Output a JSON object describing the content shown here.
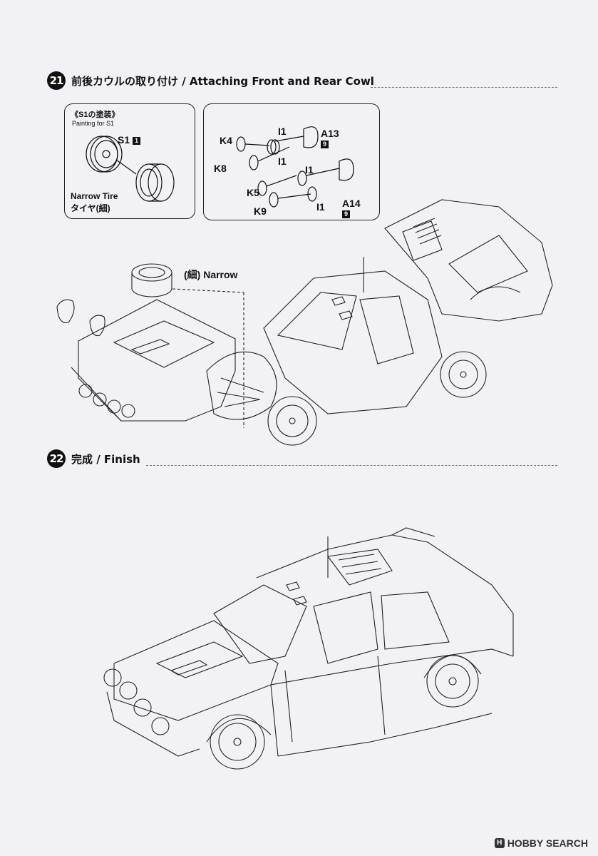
{
  "steps": [
    {
      "number": "21",
      "title": "前後カウルの取り付け / Attaching Front and Rear Cowl"
    },
    {
      "number": "22",
      "title": "完成 / Finish"
    }
  ],
  "paint_box": {
    "title": "《S1の塗装》",
    "subtitle": "Painting for S1",
    "part": "S1",
    "part_badge": "1",
    "tire_label_en": "Narrow Tire",
    "tire_label_ja": "タイヤ(細)"
  },
  "parts_box": {
    "k4": "K4",
    "k8": "K8",
    "k5": "K5",
    "k9": "K9",
    "i1_a": "I1",
    "i1_b": "I1",
    "i1_c": "I1",
    "i1_d": "I1",
    "a13": "A13",
    "a13_badge": "9",
    "a14": "A14",
    "a14_badge": "9"
  },
  "narrow_label": "(細) Narrow",
  "watermark": {
    "icon": "H",
    "text": "HOBBY SEARCH"
  }
}
